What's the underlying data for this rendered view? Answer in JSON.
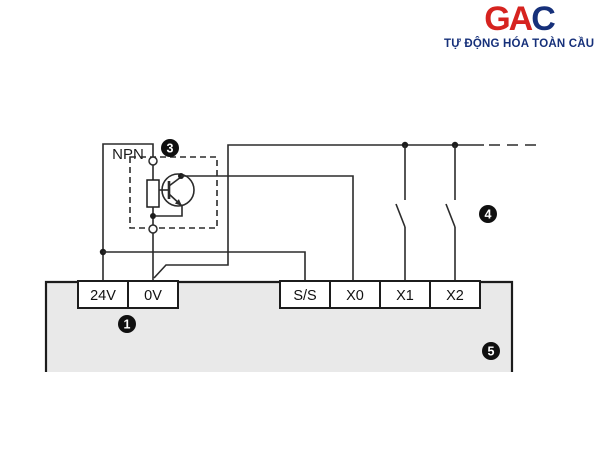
{
  "logo": {
    "brand": {
      "g": "G",
      "a": "A",
      "c": "C"
    },
    "tagline": "TỰ ĐỘNG HÓA TOÀN CẦU",
    "colors": {
      "brand_red": "#d6231f",
      "brand_navy": "#16307a"
    }
  },
  "diagram": {
    "sensor_type_label": "NPN",
    "terminals": [
      {
        "label": "24V"
      },
      {
        "label": "0V"
      },
      {
        "label": "S/S"
      },
      {
        "label": "X0"
      },
      {
        "label": "X1"
      },
      {
        "label": "X2"
      }
    ],
    "markers": {
      "power_terminals": "1",
      "npn_sensor": "3",
      "input_switches": "4",
      "plc_body": "5"
    },
    "colors": {
      "wire": "#2b2b2b",
      "plc_fill": "#e9e9e9",
      "badge": "#101010"
    }
  }
}
